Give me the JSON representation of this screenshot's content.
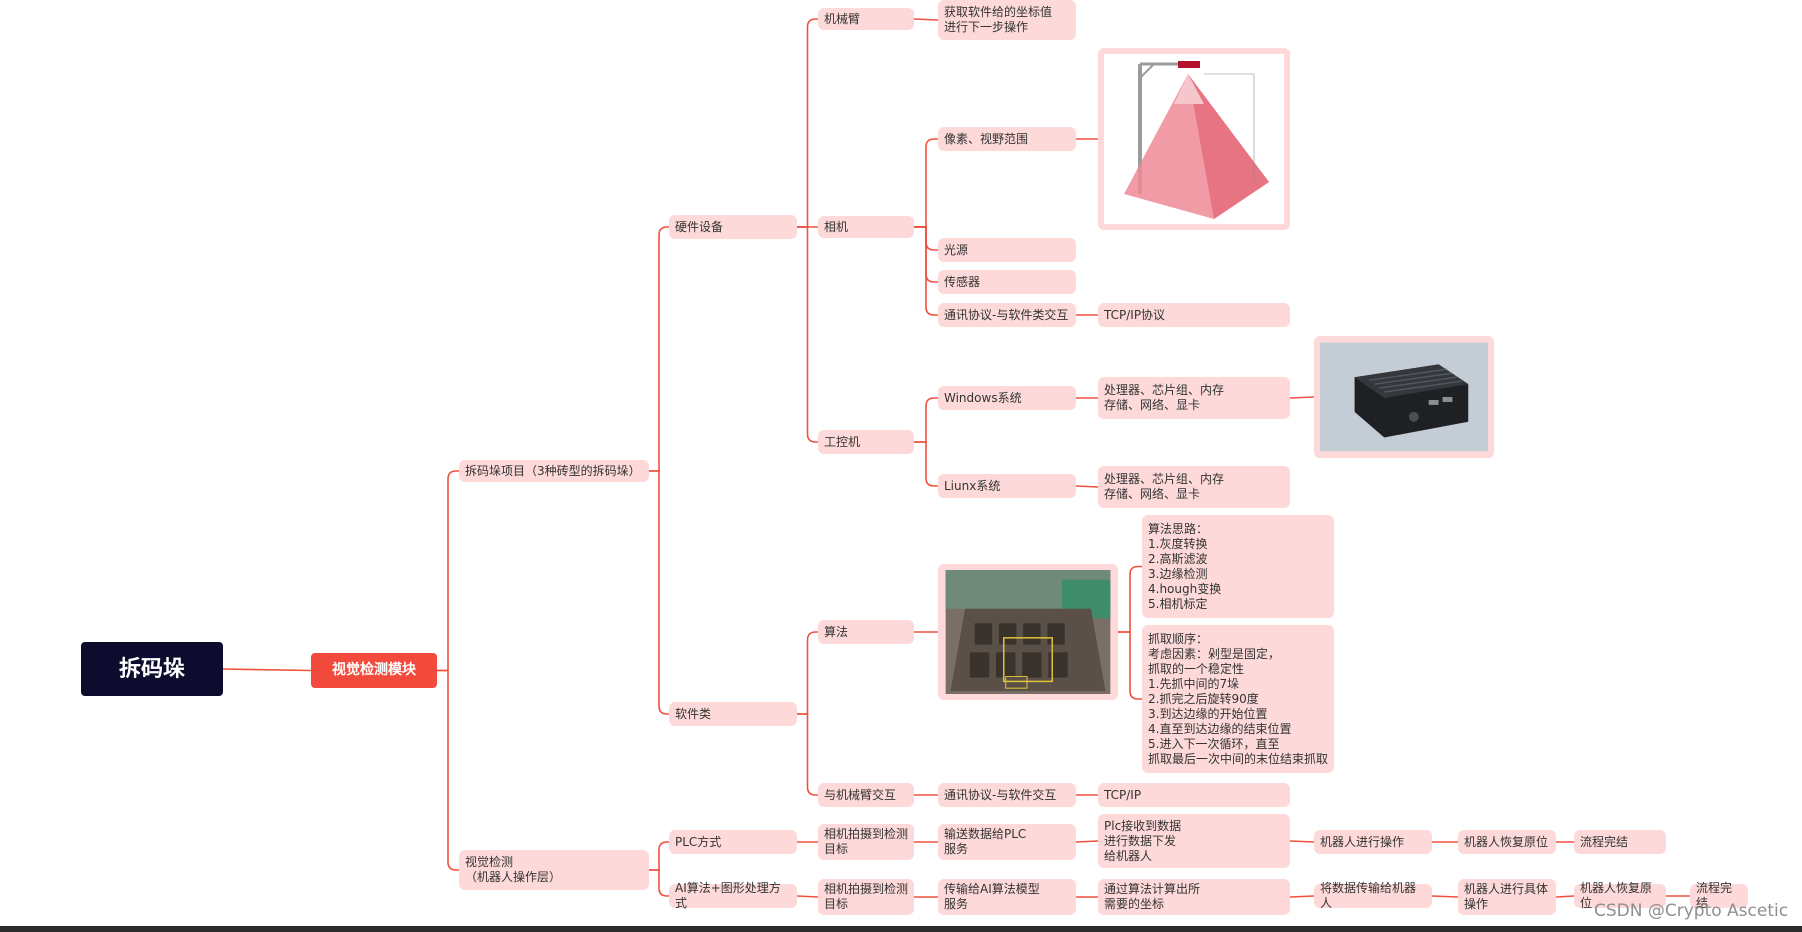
{
  "nodes": {
    "root": "拆码垛",
    "center": "视觉检测模块",
    "project": "拆码垛项目（3种砖型的拆码垛）",
    "vision": "视觉检测\n（机器人操作层）",
    "hardware": "硬件设备",
    "software": "软件类",
    "arm": "机械臂",
    "arm_note": "获取软件给的坐标值\n进行下一步操作",
    "camera": "相机",
    "pixel": "像素、视野范围",
    "light": "光源",
    "sensor": "传感器",
    "comm": "通讯协议-与软件类交互",
    "tcpip_proto": "TCP/IP协议",
    "ipc": "工控机",
    "windows": "Windows系统",
    "windows_spec": "处理器、芯片组、内存\n存储、网络、显卡",
    "linux": "Liunx系统",
    "linux_spec": "处理器、芯片组、内存\n存储、网络、显卡",
    "algo": "算法",
    "algo_idea": "算法思路：\n1.灰度转换\n2.高斯滤波\n3.边缘检测\n4.hough变换\n5.相机标定",
    "grab_order": "抓取顺序：\n考虑因素：剁型是固定，\n抓取的一个稳定性\n1.先抓中间的7垛\n2.抓完之后旋转90度\n3.到达边缘的开始位置\n4.直至到达边缘的结束位置\n5.进入下一次循环，直至\n抓取最后一次中间的末位结束抓取",
    "arm_inter": "与机械臂交互",
    "comm2": "通讯协议-与软件交互",
    "tcpip": "TCP/IP",
    "plc": "PLC方式",
    "plc_s1": "相机拍摄到检测\n目标",
    "plc_s2": "输送数据给PLC\n服务",
    "plc_s3": "Plc接收到数据\n进行数据下发\n给机器人",
    "plc_s4": "机器人进行操作",
    "plc_s5": "机器人恢复原位",
    "plc_s6": "流程完结",
    "ai": "AI算法+图形处理方式",
    "ai_s1": "相机拍摄到检测\n目标",
    "ai_s2": "传输给AI算法模型\n服务",
    "ai_s3": "通过算法计算出所\n需要的坐标",
    "ai_s4": "将数据传输给机器人",
    "ai_s5": "机器人进行具体\n操作",
    "ai_s6": "机器人恢复原位",
    "ai_s7": "流程完结"
  },
  "images": {
    "camera_fov": "camera-fov-diagram",
    "ipc_photo": "industrial-pc-photo",
    "brick_photo": "brick-stack-photo"
  },
  "watermark": "CSDN @Crypto Ascetic",
  "colors": {
    "link": "#f0503c",
    "node_bg": "#fdd9d9",
    "root_bg": "#0d0b2e",
    "center_bg": "#f24b3d"
  }
}
